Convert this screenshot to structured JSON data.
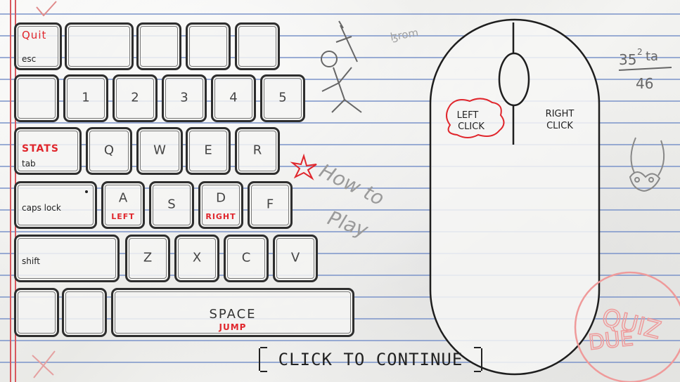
{
  "keyboard": {
    "quit_label": "Quit",
    "esc_label": "esc",
    "stats_label": "STATS",
    "tab_label": "tab",
    "caps_label": "caps lock",
    "shift_label": "shift",
    "number_keys": [
      "1",
      "2",
      "3",
      "4",
      "5"
    ],
    "q": "Q",
    "w": "W",
    "e": "E",
    "r": "R",
    "a": "A",
    "a_action": "LEFT",
    "s": "S",
    "d": "D",
    "d_action": "RIGHT",
    "f": "F",
    "z": "Z",
    "x": "X",
    "c": "C",
    "v": "V",
    "space": "SPACE",
    "space_action": "JUMP"
  },
  "mouse": {
    "left_click": [
      "LEFT",
      "CLICK"
    ],
    "right_click": [
      "RIGHT",
      "CLICK"
    ]
  },
  "doodles": {
    "how_to_play": [
      "How to",
      "Play"
    ],
    "math": [
      "35",
      "2",
      " ta",
      "46"
    ],
    "quiz_due": [
      "QUIZ",
      "DUE"
    ],
    "scribble": "ɮrom"
  },
  "continue_label": "CLICK TO CONTINUE",
  "colors": {
    "accent_red": "#e0262c",
    "rule_blue": "#7a93c9",
    "margin_red": "#d7585e",
    "ink": "#2e2e2e"
  }
}
